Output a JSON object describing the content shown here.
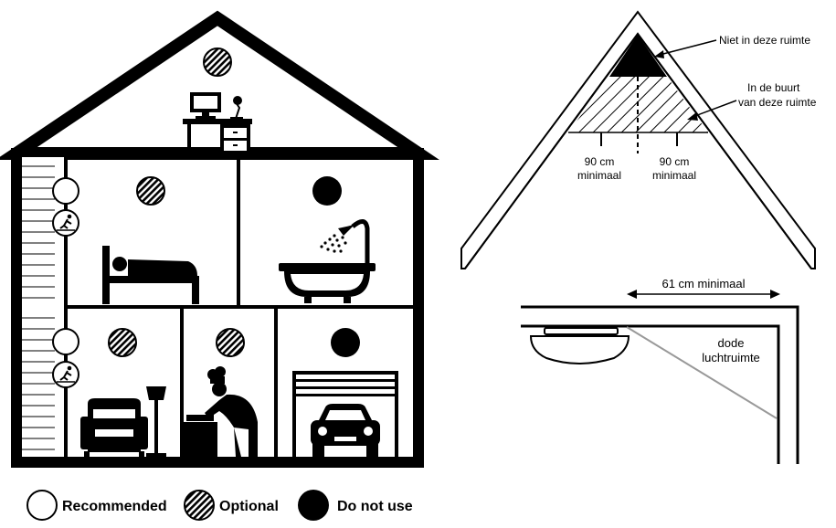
{
  "legend": {
    "recommended": "Recommended",
    "optional": "Optional",
    "do_not_use": "Do not use"
  },
  "attic_diagram": {
    "not_in_space": "Niet in deze ruimte",
    "near_space_line1": "In de buurt",
    "near_space_line2": "van deze ruimte",
    "left_distance_line1": "90 cm",
    "left_distance_line2": "minimaal",
    "right_distance_line1": "90 cm",
    "right_distance_line2": "minimaal"
  },
  "ceiling_diagram": {
    "min_distance": "61 cm minimaal",
    "dead_air_line1": "dode",
    "dead_air_line2": "luchtruimte"
  },
  "colors": {
    "ink": "#000000",
    "paper": "#ffffff",
    "dead_air_line": "#999999"
  }
}
